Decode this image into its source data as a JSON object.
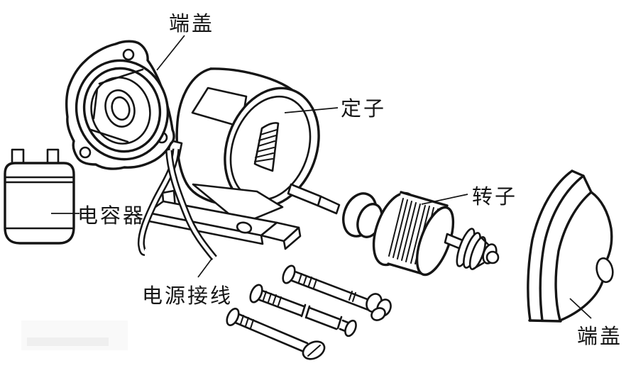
{
  "canvas": {
    "background_color": "#ffffff",
    "line_color": "#151515"
  },
  "diagram": {
    "labels": {
      "end_cover_top": "端盖",
      "stator": "定子",
      "rotor": "转子",
      "capacitor": "电容器",
      "power_leads": "电源接线",
      "end_cover_rear": "端盖"
    }
  }
}
